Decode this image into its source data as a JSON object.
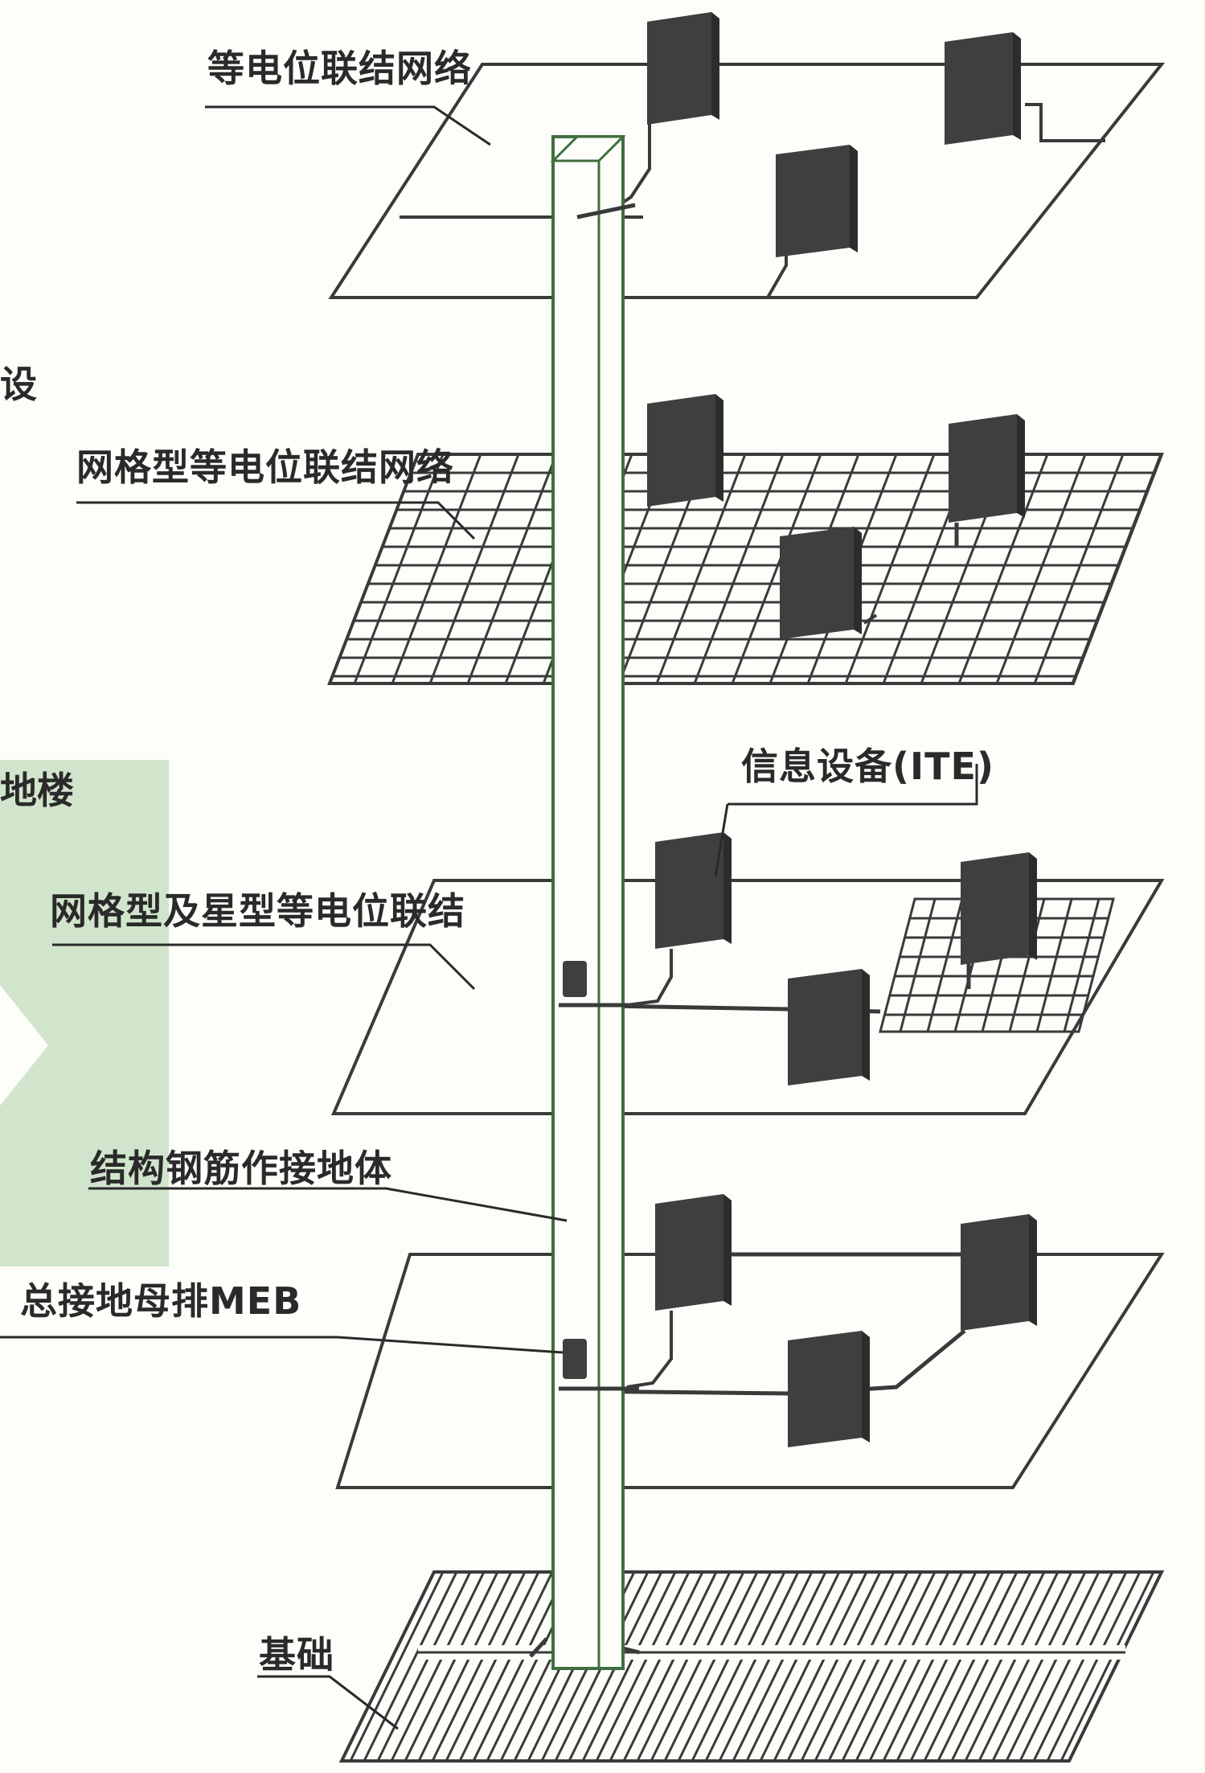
{
  "labels": {
    "top_network": "等电位联结网络",
    "mesh_network": "网格型等电位联结网络",
    "ite": "信息设备(ITE)",
    "mesh_star": "网格型及星型等电位联结",
    "structural_rebar": "结构钢筋作接地体",
    "meb": "总接地母排MEB",
    "foundation": "基础"
  },
  "edge_fragments": {
    "left_1": "设",
    "left_2": "地楼"
  },
  "colors": {
    "background": "#fdfdf9",
    "line": "#3a3a3a",
    "equipment": "#3f3f3f",
    "column": "#3f6f3f",
    "accent_panel": "#c9e1c6"
  }
}
